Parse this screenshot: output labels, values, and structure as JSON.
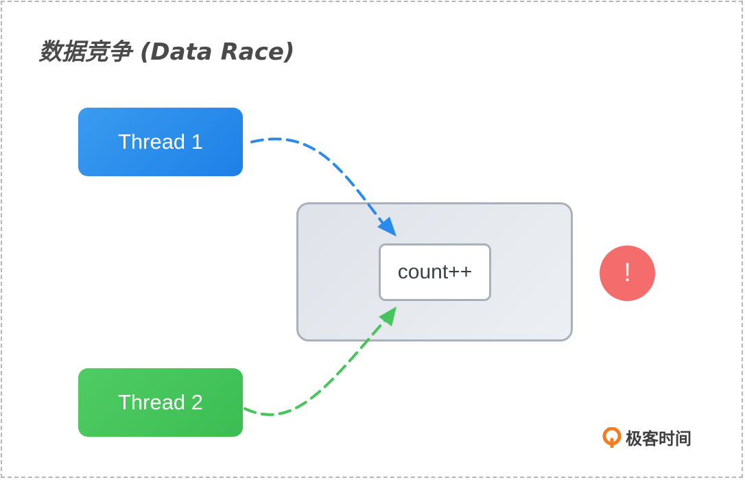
{
  "title": "数据竞争 (Data Race)",
  "threads": [
    {
      "label": "Thread 1",
      "color": "#2a8bec"
    },
    {
      "label": "Thread 2",
      "color": "#45c55b"
    }
  ],
  "shared_op": "count++",
  "warning_symbol": "!",
  "warning_color": "#f56c6c",
  "brand": {
    "name": "极客时间",
    "icon": "geektime-logo-icon",
    "color": "#f57c1f"
  }
}
